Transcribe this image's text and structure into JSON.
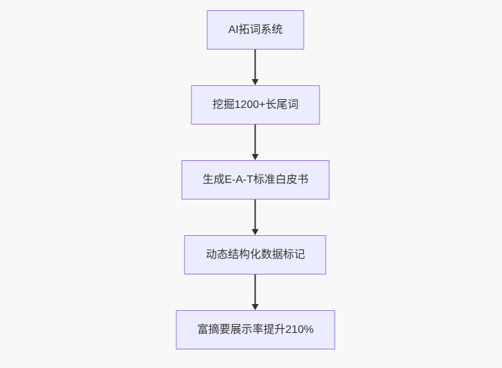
{
  "diagram": {
    "type": "flowchart",
    "direction": "top-down",
    "nodes": [
      {
        "id": "A",
        "label": "AI拓词系统"
      },
      {
        "id": "B",
        "label": "挖掘1200+长尾词"
      },
      {
        "id": "C",
        "label": "生成E-A-T标准白皮书"
      },
      {
        "id": "D",
        "label": "动态结构化数据标记"
      },
      {
        "id": "E",
        "label": "富摘要展示率提升210%"
      }
    ],
    "edges": [
      {
        "from": "A",
        "to": "B"
      },
      {
        "from": "B",
        "to": "C"
      },
      {
        "from": "C",
        "to": "D"
      },
      {
        "from": "D",
        "to": "E"
      }
    ],
    "colors": {
      "background": "#f8f8f8",
      "node_fill": "#ECECFF",
      "node_border": "#9370DB",
      "arrow": "#333333",
      "text": "#333333"
    }
  }
}
